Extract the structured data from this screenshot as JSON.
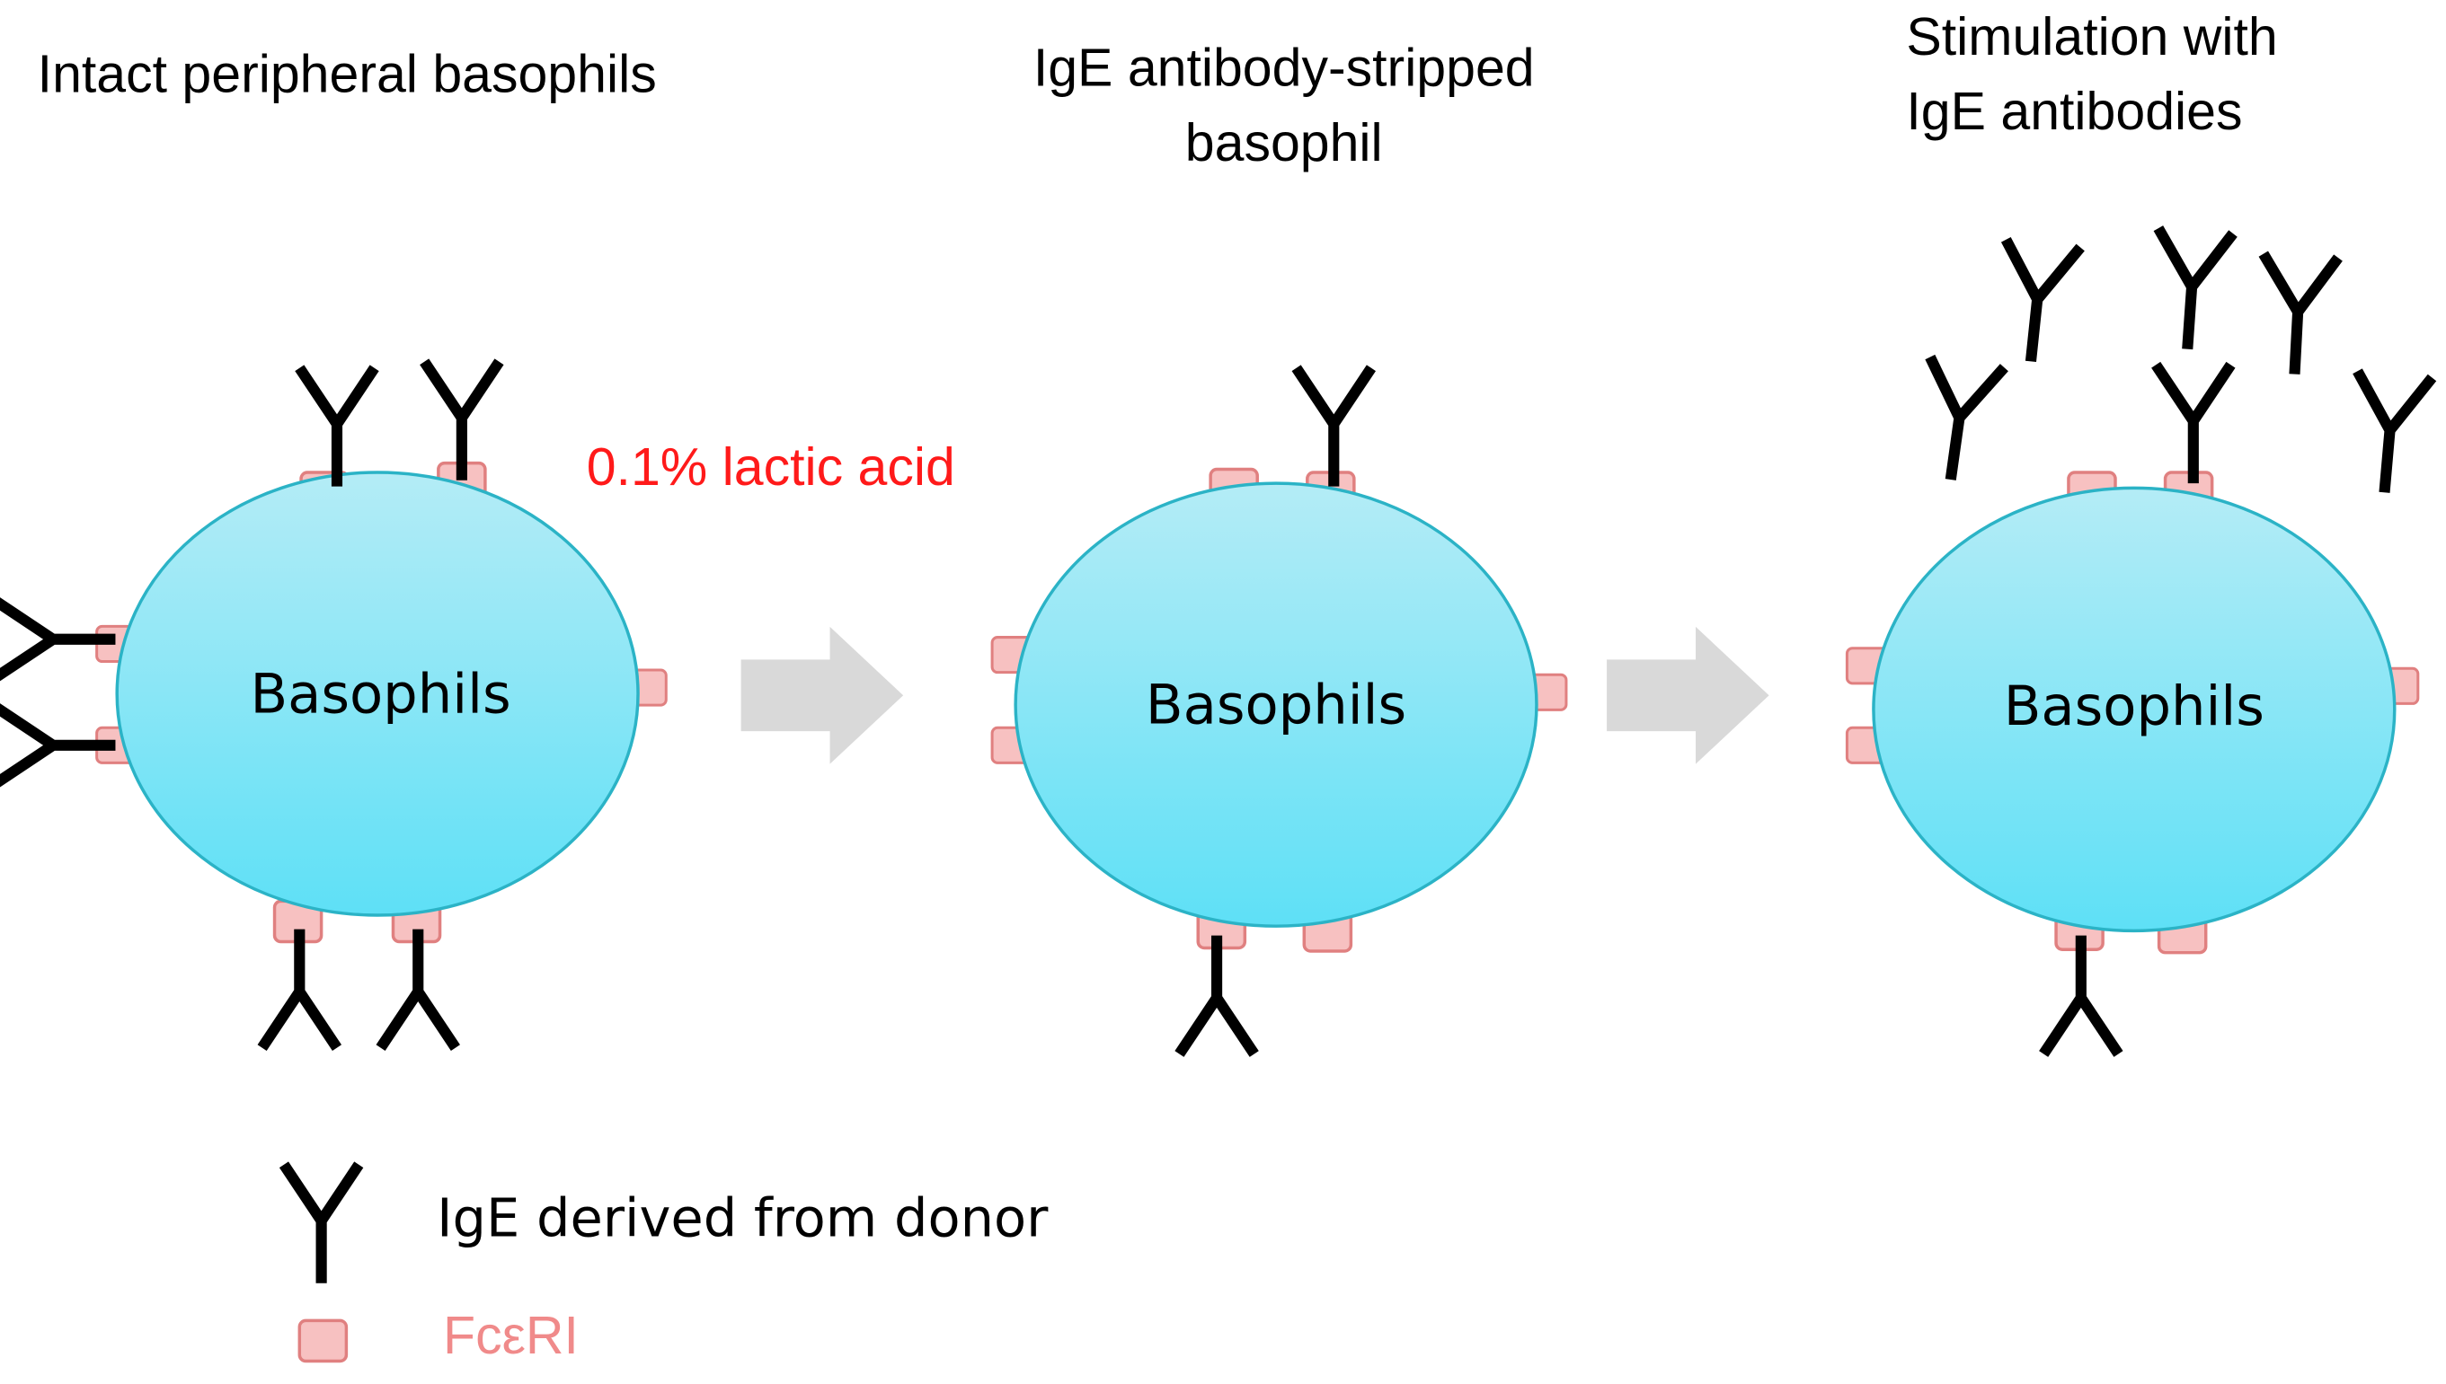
{
  "panels": [
    {
      "title": "Intact peripheral basophils",
      "cell_label": "Basophils"
    },
    {
      "title_lines": [
        "IgE antibody-stripped",
        "basophil"
      ],
      "cell_label": "Basophils"
    },
    {
      "title_lines": [
        "Stimulation with",
        "IgE antibodies"
      ],
      "cell_label": "Basophils"
    }
  ],
  "treatment_label": "0.1% lactic acid",
  "legend": {
    "ige_text": "IgE derived from donor",
    "receptor_text": "FcεRI"
  },
  "colors": {
    "cell_fill_top": "#b4ecf6",
    "cell_fill_bottom": "#5ee0f6",
    "cell_stroke": "#2bb3c6",
    "receptor_fill": "#f7c1c1",
    "receptor_stroke": "#e08080",
    "receptor_label": "#f08a8a",
    "treatment_label": "#ff1a1a",
    "arrow": "#d9d9d9",
    "antibody": "#000000"
  },
  "icons": [
    "ige-antibody-icon",
    "fceri-receptor-icon",
    "process-arrow-icon"
  ]
}
